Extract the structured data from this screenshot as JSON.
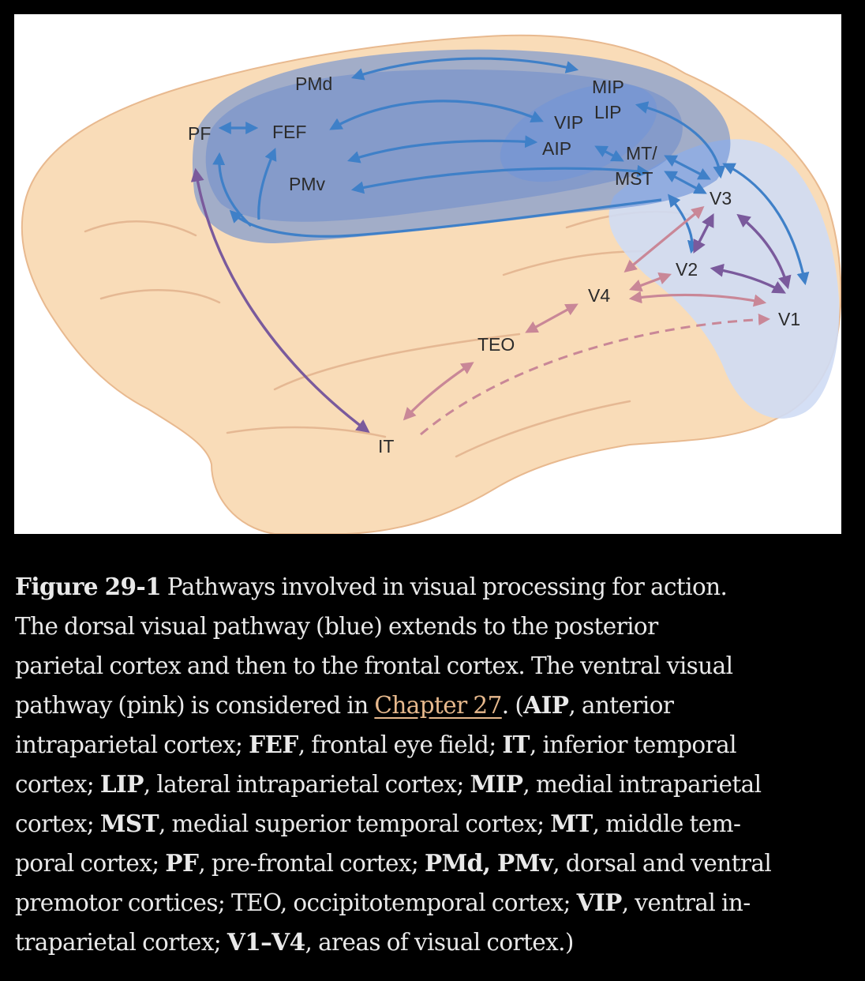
{
  "diagram": {
    "colors": {
      "brain_fill": "#f9dcb8",
      "brain_stroke": "#e8b98f",
      "dorsal_fill": "#5b87d6",
      "dorsal_arrow": "#3f80c8",
      "ventral_arrow": "#c98797",
      "cross_arrow": "#7a5a9c"
    },
    "labels": {
      "pmd": "PMd",
      "mip": "MIP",
      "pf": "PF",
      "fef": "FEF",
      "vip": "VIP",
      "lip": "LIP",
      "aip": "AIP",
      "mt": "MT/",
      "mst": "MST",
      "pmv": "PMv",
      "v3": "V3",
      "v2": "V2",
      "v4": "V4",
      "v1": "V1",
      "teo": "TEO",
      "it": "IT"
    }
  },
  "caption": {
    "figure_number": "Figure 29-1",
    "lines": [
      [
        "Figure 29-1",
        " Pathways involved in visual processing for action."
      ],
      [
        "The dorsal visual pathway (blue) extends to the posterior"
      ],
      [
        "parietal cortex and then to the frontal cortex. The ventral visual"
      ],
      [
        "pathway (pink) is considered in ",
        "Chapter 27",
        ". (",
        "AIP",
        ", anterior"
      ],
      [
        "intraparietal cortex; ",
        "FEF",
        ", frontal eye field; ",
        "IT",
        ", inferior temporal"
      ],
      [
        "cortex; ",
        "LIP",
        ", lateral intraparietal cortex; ",
        "MIP",
        ", medial intraparietal"
      ],
      [
        "cortex; ",
        "MST",
        ", medial superior temporal cortex; ",
        "MT",
        ", middle tem-"
      ],
      [
        "poral cortex; ",
        "PF",
        ", pre-frontal cortex; ",
        "PMd, PMv",
        ", dorsal and ventral"
      ],
      [
        "premotor cortices; TEO, occipitotemporal cortex; ",
        "VIP",
        ", ventral in-"
      ],
      [
        "traparietal cortex; ",
        "V1–V4",
        ", areas of visual cortex.)"
      ]
    ]
  }
}
